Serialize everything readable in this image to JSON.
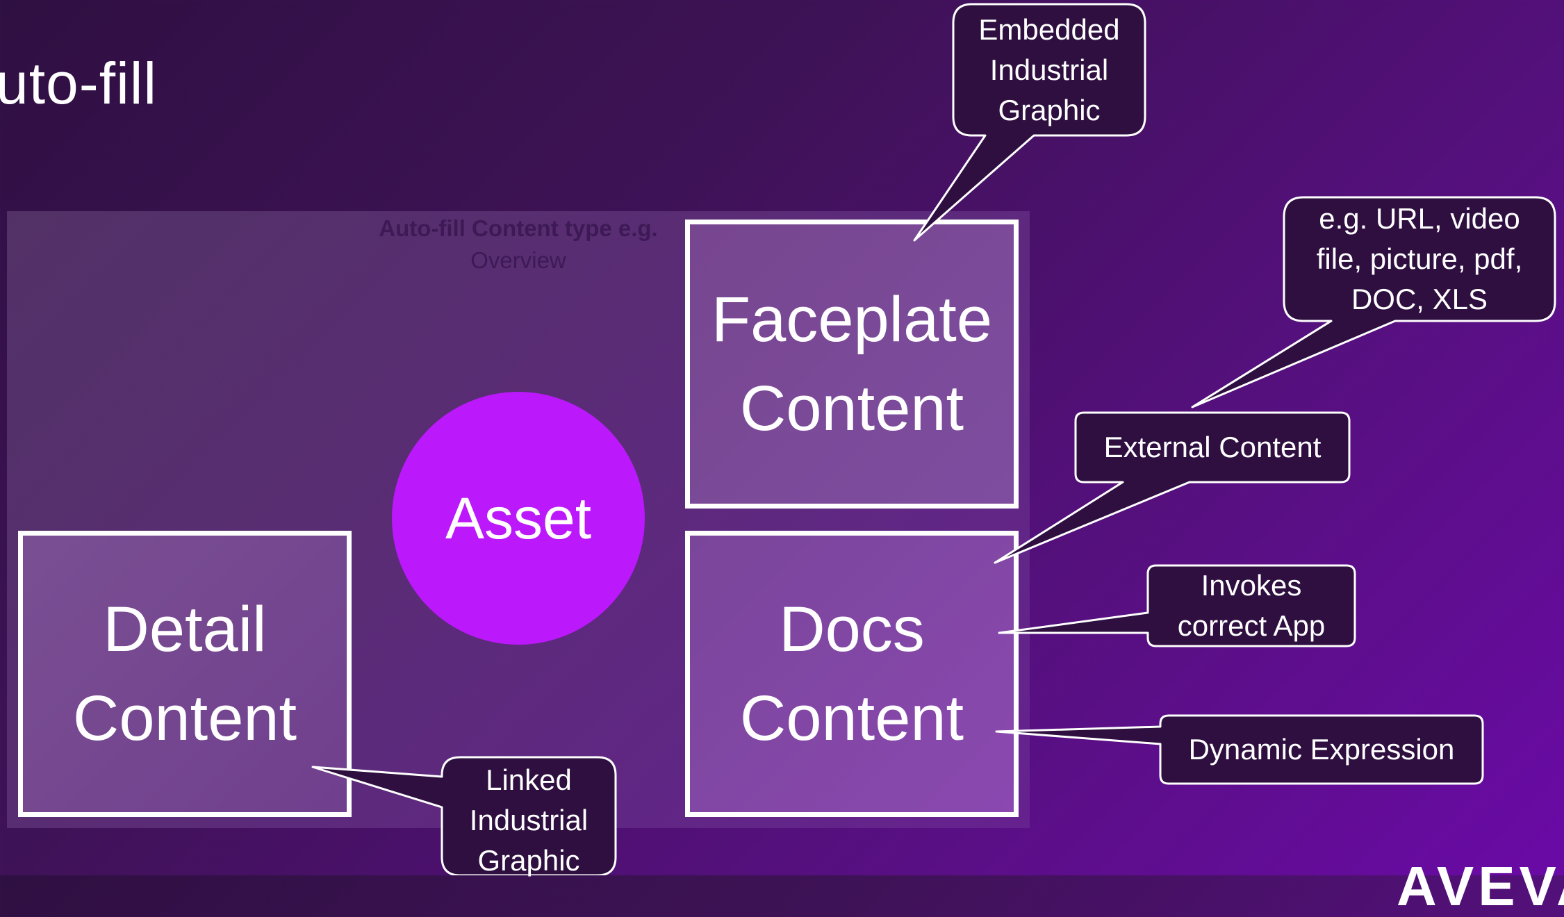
{
  "slide": {
    "title": "uto-fill"
  },
  "panel": {
    "caption_line1": "Auto-fill Content type e.g.",
    "caption_line2": "Overview"
  },
  "boxes": {
    "faceplate": {
      "line1": "Faceplate",
      "line2": "Content"
    },
    "docs": {
      "line1": "Docs",
      "line2": "Content"
    },
    "detail": {
      "line1": "Detail",
      "line2": "Content"
    }
  },
  "asset": {
    "label": "Asset"
  },
  "callouts": {
    "embedded": {
      "lines": [
        "Embedded",
        "Industrial",
        "Graphic"
      ]
    },
    "examples": {
      "lines": [
        "e.g. URL, video",
        "file, picture, pdf,",
        "DOC, XLS"
      ]
    },
    "external": {
      "lines": [
        "External Content"
      ]
    },
    "invokes": {
      "lines": [
        "Invokes",
        "correct App"
      ]
    },
    "dynamic": {
      "lines": [
        "Dynamic Expression"
      ]
    },
    "linked": {
      "lines": [
        "Linked",
        "Industrial",
        "Graphic"
      ]
    }
  },
  "logo": {
    "text": "AVEVA"
  },
  "colors": {
    "background_start": "#2f1042",
    "background_end": "#6a0aa6",
    "asset_circle": "#bb18fb",
    "callout_fill": "#2e0f40",
    "box_border": "#ffffff"
  }
}
